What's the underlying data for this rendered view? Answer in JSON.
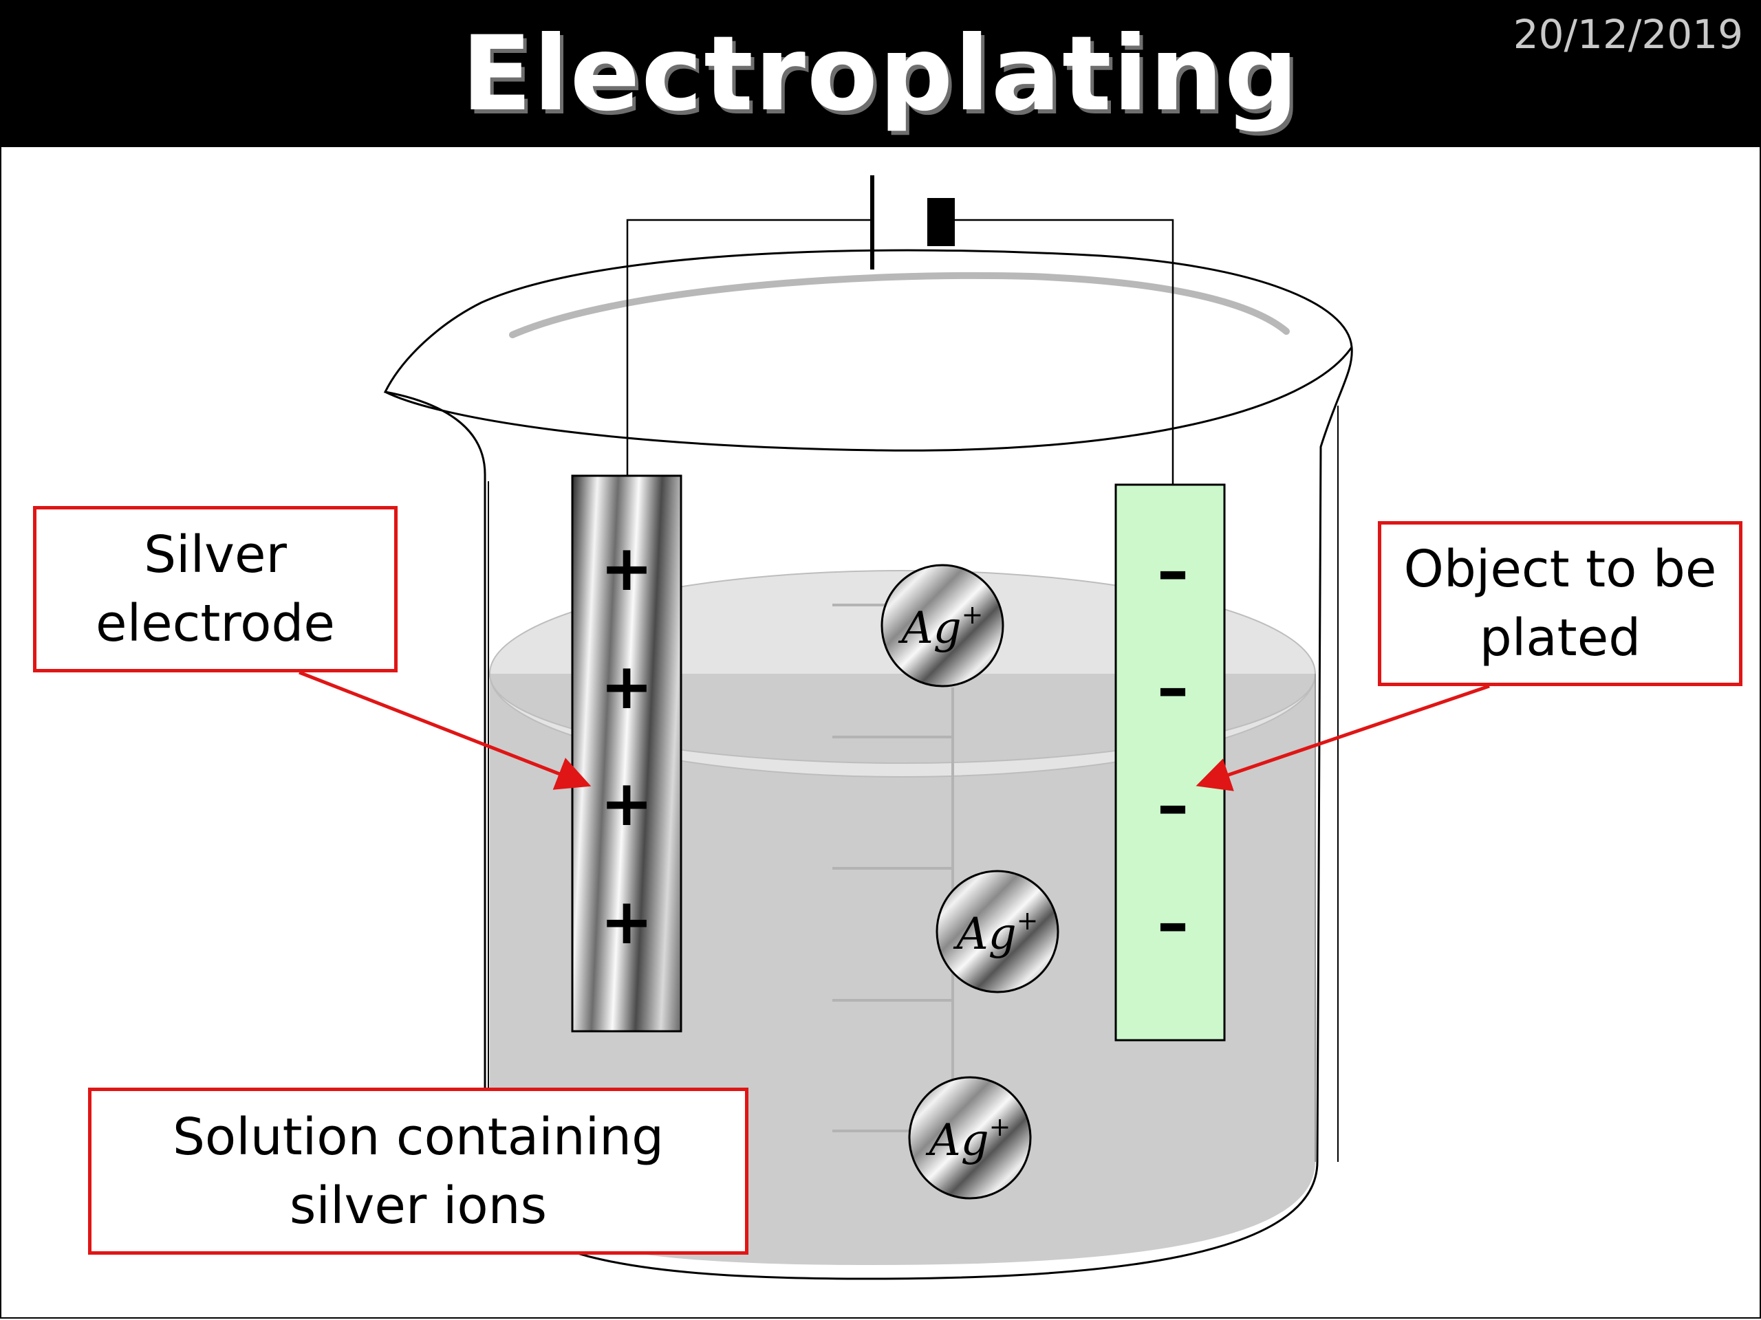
{
  "slide": {
    "title": "Electroplating",
    "date": "20/12/2019"
  },
  "labels": {
    "silver_electrode": "Silver electrode",
    "object_to_be_plated": "Object to be plated",
    "solution": "Solution containing silver ions"
  },
  "electrodes": {
    "anode_sign": "+",
    "cathode_sign": "–"
  },
  "ions": {
    "symbol": "Ag",
    "charge": "+"
  },
  "colors": {
    "title_bar": "#000000",
    "label_border": "#e01515",
    "arrow": "#e01515",
    "cathode_fill": "#ccf8cc",
    "solution_fill": "#cccccc",
    "solution_surface": "#e6e6e6"
  }
}
